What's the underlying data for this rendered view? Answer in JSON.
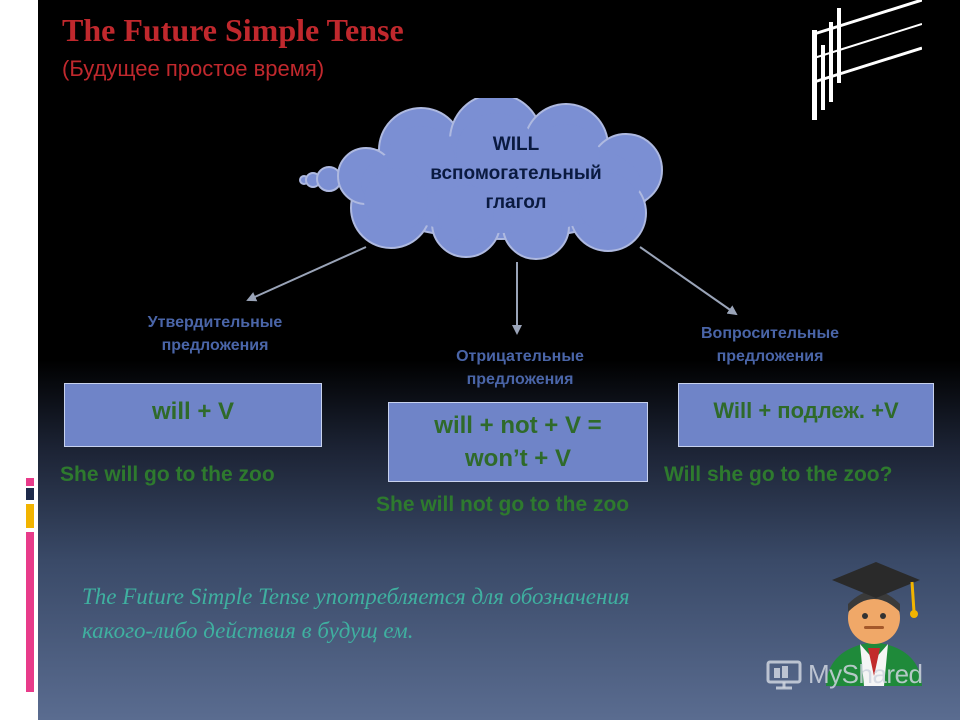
{
  "slide": {
    "title": "The Future Simple Tense",
    "subtitle": "(Будущее простое время)",
    "cloud": {
      "line1": "WILL",
      "line2": "вспомогательный",
      "line3": "глагол"
    },
    "columns": [
      {
        "label_line1": "Утвердительные",
        "label_line2": "предложения",
        "formula_line1": "will + V",
        "formula_line2": "",
        "example": "She will go to the zoo"
      },
      {
        "label_line1": "Отрицательные",
        "label_line2": "предложения",
        "formula_line1": "will + not + V =",
        "formula_line2": "won’t + V",
        "example": "She will not go to the zoo"
      },
      {
        "label_line1": "Вопросительные",
        "label_line2": "предложения",
        "formula_line1": "Will + подлеж. +V",
        "formula_line2": "",
        "example": "Will she go to the zoo?"
      }
    ],
    "description_line1": "The Future Simple Tense употребляется для обозначения",
    "description_line2": "какого-либо действия в будущ ем.",
    "watermark": "MyShared"
  },
  "colors": {
    "title": "#c0282d",
    "cloud_fill": "#7b8fd3",
    "box_fill": "#6f84c8",
    "label": "#4a65a8",
    "example": "#2e7a2e",
    "description": "#3fb0a0"
  },
  "icons": [
    "graduation-cap-student-icon",
    "myshared-logo-icon",
    "arrow-icon"
  ]
}
